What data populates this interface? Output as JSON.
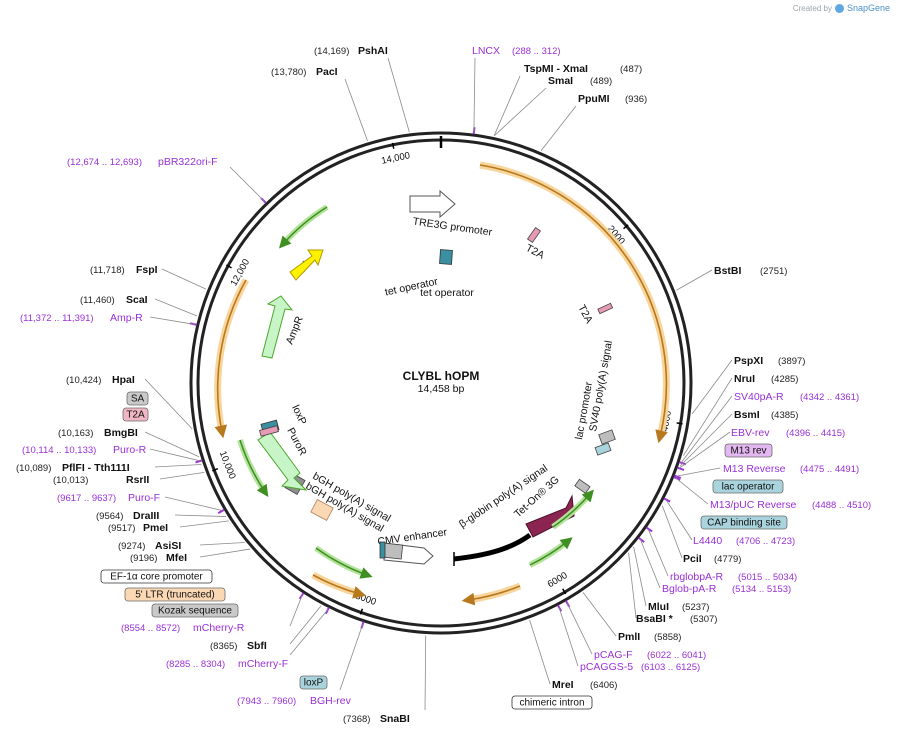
{
  "header": {
    "created_by": "Created by",
    "brand": "SnapGene"
  },
  "plasmid": {
    "name": "CLYBL hOPM",
    "length_label": "14,458 bp",
    "length": 14458
  },
  "ticks": [
    {
      "pos": 2000,
      "label": "2000"
    },
    {
      "pos": 4000,
      "label": "4000"
    },
    {
      "pos": 6000,
      "label": "6000"
    },
    {
      "pos": 8000,
      "label": "8000"
    },
    {
      "pos": 10000,
      "label": "10,000"
    },
    {
      "pos": 12000,
      "label": "12,000"
    },
    {
      "pos": 14000,
      "label": "14,000"
    }
  ],
  "enzymes": [
    {
      "name": "PshAI",
      "coord": "(14,169)"
    },
    {
      "name": "PacI",
      "coord": "(13,780)"
    },
    {
      "name": "TspMI - XmaI",
      "coord": "(487)"
    },
    {
      "name": "SmaI",
      "coord": "(489)"
    },
    {
      "name": "PpuMI",
      "coord": "(936)"
    },
    {
      "name": "BstBI",
      "coord": "(2751)"
    },
    {
      "name": "PspXI",
      "coord": "(3897)"
    },
    {
      "name": "NruI",
      "coord": "(4285)"
    },
    {
      "name": "BsmI",
      "coord": "(4385)"
    },
    {
      "name": "PciI",
      "coord": "(4779)"
    },
    {
      "name": "MluI",
      "coord": "(5237)"
    },
    {
      "name": "BsaBI *",
      "coord": "(5307)"
    },
    {
      "name": "PmlI",
      "coord": "(5858)"
    },
    {
      "name": "MreI",
      "coord": "(6406)"
    },
    {
      "name": "SnaBI",
      "coord": "(7368)"
    },
    {
      "name": "SbfI",
      "coord": "(8365)"
    },
    {
      "name": "MfeI",
      "coord": "(9196)"
    },
    {
      "name": "AsiSI",
      "coord": "(9274)"
    },
    {
      "name": "PmeI",
      "coord": "(9517)"
    },
    {
      "name": "DraIII",
      "coord": "(9564)"
    },
    {
      "name": "RsrII",
      "coord": "(10,013)"
    },
    {
      "name": "PflFI - Tth111I",
      "coord": "(10,089)"
    },
    {
      "name": "BmgBI",
      "coord": "(10,163)"
    },
    {
      "name": "HpaI",
      "coord": "(10,424)"
    },
    {
      "name": "ScaI",
      "coord": "(11,460)"
    },
    {
      "name": "FspI",
      "coord": "(11,718)"
    }
  ],
  "primers": [
    {
      "name": "LNCX",
      "range": "(288 .. 312)"
    },
    {
      "name": "pBR322ori-F",
      "range": "(12,674 .. 12,693)"
    },
    {
      "name": "Amp-R",
      "range": "(11,372 .. 11,391)"
    },
    {
      "name": "SV40pA-R",
      "range": "(4342 .. 4361)"
    },
    {
      "name": "EBV-rev",
      "range": "(4396 .. 4415)"
    },
    {
      "name": "M13 Reverse",
      "range": "(4475 .. 4491)"
    },
    {
      "name": "M13/pUC Reverse",
      "range": "(4488 .. 4510)"
    },
    {
      "name": "L4440",
      "range": "(4706 .. 4723)"
    },
    {
      "name": "rbglobpA-R",
      "range": "(5015 .. 5034)"
    },
    {
      "name": "Bglob-pA-R",
      "range": "(5134 .. 5153)"
    },
    {
      "name": "pCAG-F",
      "range": "(6022 .. 6041)"
    },
    {
      "name": "pCAGGS-5",
      "range": "(6103 .. 6125)"
    },
    {
      "name": "mCherry-R",
      "range": "(8554 .. 8572)"
    },
    {
      "name": "mCherry-F",
      "range": "(8285 .. 8304)"
    },
    {
      "name": "BGH-rev",
      "range": "(7943 .. 7960)"
    },
    {
      "name": "Puro-R",
      "range": "(10,114 .. 10,133)"
    },
    {
      "name": "Puro-F",
      "range": "(9617 .. 9637)"
    }
  ],
  "boxed_features": [
    {
      "name": "SA",
      "fill": "#c9c9c9"
    },
    {
      "name": "T2A",
      "fill": "#f0b6c4"
    },
    {
      "name": "M13 rev",
      "fill": "#e3b7f0"
    },
    {
      "name": "lac operator",
      "fill": "#a9d3dd"
    },
    {
      "name": "CAP binding site",
      "fill": "#a9d3dd"
    },
    {
      "name": "EF-1α core promoter",
      "fill": "#ffffff"
    },
    {
      "name": "5' LTR (truncated)",
      "fill": "#fbd8b4"
    },
    {
      "name": "Kozak sequence",
      "fill": "#c9c9c9"
    },
    {
      "name": "loxP",
      "fill": "#a9d3dd"
    },
    {
      "name": "chimeric intron",
      "fill": "#ffffff"
    }
  ],
  "inner_labels": [
    "TRE3G promoter",
    "T2A",
    "tet operator",
    "tet operator",
    "T2A",
    "SV40 poly(A) signal",
    "lac promoter",
    "β-globin poly(A) signal",
    "Tet-On® 3G",
    "CMV enhancer",
    "bGH poly(A) signal",
    "bGH poly(A) signal",
    "PuroR",
    "loxP",
    "AmpR",
    "ori"
  ],
  "colors": {
    "backbone": "#222222",
    "enzyme_line": "#888888",
    "primer": "#9b30d9",
    "orange_arc": "#f4a83a",
    "green_arrow": "#4aa82a",
    "tet_on": "#8c2452",
    "ori": "#fff200",
    "ampr": "#c8f5c8",
    "tet_operator": "#3a8fa0"
  }
}
